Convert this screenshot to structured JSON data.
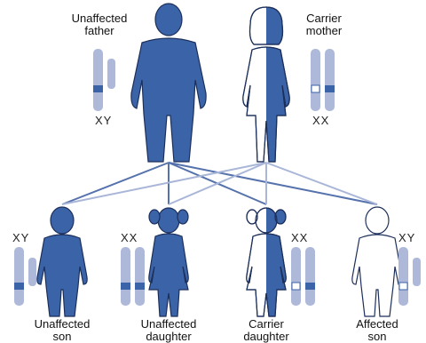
{
  "colors": {
    "affected_blue": "#3b64a8",
    "chromosome_light": "#aeb9da",
    "chromosome_band": "#3b64a8",
    "line_dark": "#5572ac",
    "line_light": "#a9b6d8",
    "outline": "#1c2f5a"
  },
  "parents": {
    "father": {
      "label_line1": "Unaffected",
      "label_line2": "father",
      "chromosomes": "XY"
    },
    "mother": {
      "label_line1": "Carrier",
      "label_line2": "mother",
      "chromosomes": "XX"
    }
  },
  "children": [
    {
      "label_line1": "Unaffected",
      "label_line2": "son",
      "chromosomes": "XY"
    },
    {
      "label_line1": "Unaffected",
      "label_line2": "daughter",
      "chromosomes": "XX"
    },
    {
      "label_line1": "Carrier",
      "label_line2": "daughter",
      "chromosomes": "XX"
    },
    {
      "label_line1": "Affected",
      "label_line2": "son",
      "chromosomes": "XY"
    }
  ]
}
